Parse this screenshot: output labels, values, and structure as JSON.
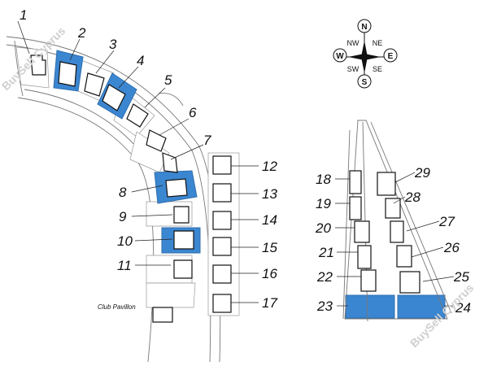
{
  "map": {
    "facility_label": "Club Pavillon",
    "watermarks": [
      "BuySell Cyprus",
      "BuySell Cyprus"
    ],
    "colors": {
      "selected": "#3b86d1",
      "outline": "#111111",
      "lot_border": "#999999"
    },
    "plots": {
      "curve": [
        "1",
        "2",
        "3",
        "4",
        "5",
        "6",
        "7",
        "8",
        "9",
        "10",
        "11"
      ],
      "column": [
        "12",
        "13",
        "14",
        "15",
        "16",
        "17"
      ],
      "right_left": [
        "18",
        "19",
        "20",
        "21",
        "22",
        "23"
      ],
      "right_right": [
        "29",
        "28",
        "27",
        "26",
        "25",
        "24"
      ]
    },
    "selected_plots": [
      "2",
      "4",
      "8",
      "10",
      "23",
      "24"
    ]
  },
  "compass": {
    "labels": {
      "n": "N",
      "s": "S",
      "e": "E",
      "w": "W",
      "nw": "NW",
      "ne": "NE",
      "sw": "SW",
      "se": "SE"
    }
  }
}
